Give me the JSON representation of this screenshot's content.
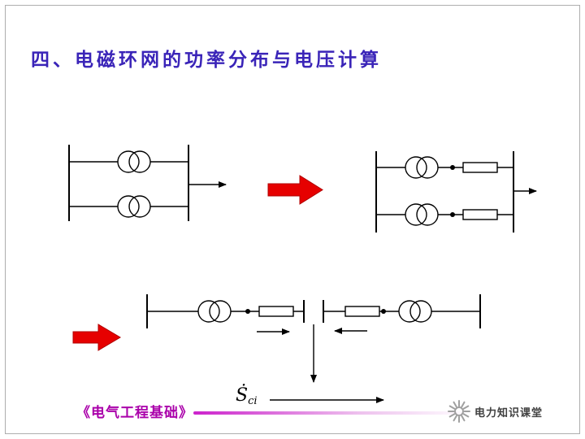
{
  "slide": {
    "title": "四、电磁环网的功率分布与电压计算",
    "formula": {
      "symbol": "Ṡ",
      "subscript": "ci"
    },
    "footer": {
      "book_title": "《电气工程基础》",
      "brand": "电力知识课堂"
    }
  },
  "colors": {
    "title_text": "#3a24b8",
    "book_title_text": "#aa00aa",
    "brand_text": "#404040",
    "circuit_stroke": "#000000",
    "arrow_red": "#e60000",
    "gradient_line_start": "#cc22cc"
  }
}
